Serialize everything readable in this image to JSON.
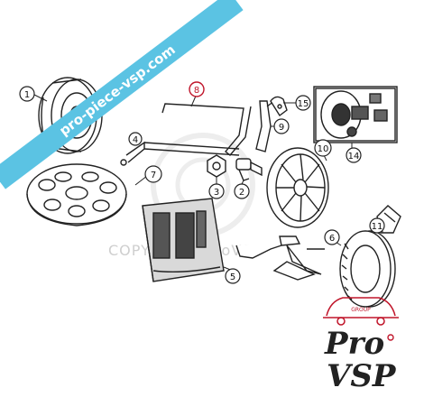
{
  "banner": {
    "text": "pro-piece-vsp.com",
    "color": "#5bc3e3"
  },
  "watermark": {
    "text": "COPYRIGHT ProVSP"
  },
  "brand": {
    "top": "ProVSP",
    "group_label": "GROUP",
    "pro": "Pro",
    "vsp": "VSP",
    "accent_color": "#c0152a"
  },
  "callouts": [
    {
      "id": "c1",
      "label": "1"
    },
    {
      "id": "c2",
      "label": "2"
    },
    {
      "id": "c3",
      "label": "3"
    },
    {
      "id": "c4",
      "label": "4"
    },
    {
      "id": "c5",
      "label": "5"
    },
    {
      "id": "c6",
      "label": "6"
    },
    {
      "id": "c7",
      "label": "7"
    },
    {
      "id": "c8",
      "label": "8"
    },
    {
      "id": "c9",
      "label": "9"
    },
    {
      "id": "c10",
      "label": "10"
    },
    {
      "id": "c11",
      "label": "11"
    },
    {
      "id": "c14",
      "label": "14"
    },
    {
      "id": "c15",
      "label": "15"
    }
  ],
  "icons": [
    "steel-wheel-icon",
    "wheel-trim-icon",
    "tool-rod-icon",
    "lug-nut-icon",
    "valve-icon",
    "alloy-wheel-icon",
    "valve-cap-icon",
    "tyre-icon",
    "jack-icon",
    "tool-tray-icon",
    "lock-nut-kit-icon",
    "car-logo-icon"
  ]
}
